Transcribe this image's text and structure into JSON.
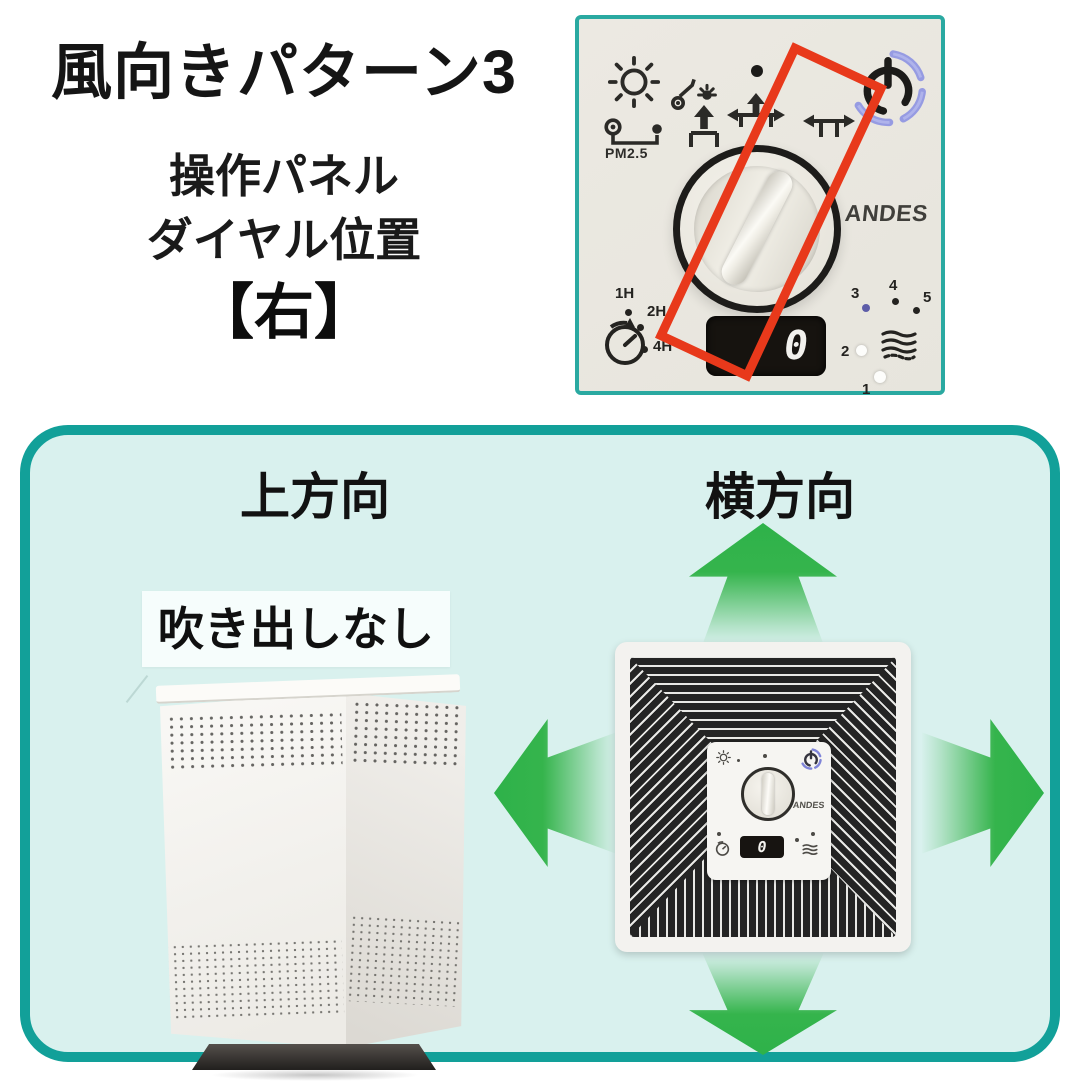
{
  "header": {
    "title": "風向きパターン3",
    "subtitle_line1": "操作パネル",
    "subtitle_line2": "ダイヤル位置",
    "dial_position": "【右】"
  },
  "control_panel": {
    "brand": "ANDES",
    "pm25_label": "PM2.5",
    "display_value": "0",
    "timer_labels": [
      "1H",
      "2H",
      "4H"
    ],
    "fan_levels": [
      "1",
      "2",
      "3",
      "4",
      "5"
    ],
    "icons": [
      "sun-icon",
      "night-light-icon",
      "pm25-sensor-icon",
      "blow-up-icon",
      "blow-three-way-icon",
      "blow-side-icon",
      "power-icon",
      "timer-icon",
      "fan-speed-icon"
    ]
  },
  "airflow_panel": {
    "up_heading": "上方向",
    "side_heading": "横方向",
    "no_blowout_label": "吹き出しなし",
    "mini_panel": {
      "brand": "ANDES",
      "display_value": "0"
    }
  },
  "colors": {
    "teal_border": "#12a099",
    "panel_border_teal": "#2aa9a1",
    "airflow_bg": "#d9f1ee",
    "green_arrow": "#35b44c",
    "red_highlight": "#e8391b",
    "control_panel_bg": "#eae8e1",
    "power_ring_blue": "#8d92e2",
    "display_bg": "#16130f",
    "fan_level3_dot": "#5d5da8"
  }
}
